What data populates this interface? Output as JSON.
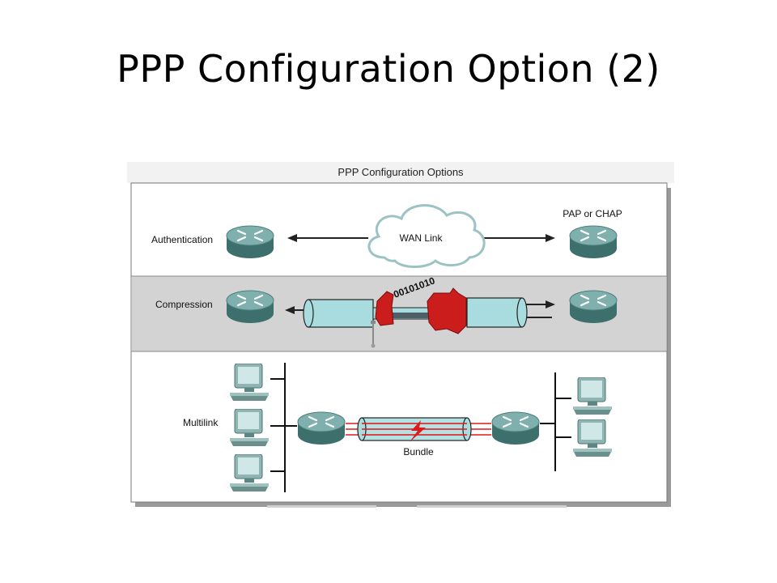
{
  "slide": {
    "title": "PPP Configuration Option (2)"
  },
  "figure": {
    "title": "PPP Configuration Options",
    "rows": {
      "authentication": {
        "label": "Authentication",
        "cloud_label": "WAN Link",
        "remote_label": "PAP or CHAP"
      },
      "compression": {
        "label": "Compression",
        "bits": "00101010"
      },
      "multilink": {
        "label": "Multilink",
        "tube_label": "Bundle"
      }
    }
  },
  "colors": {
    "router_top": "#7fb0ae",
    "router_side": "#3d6f6d",
    "tube": "#a9dcde",
    "compression_band": "#d3d3d3",
    "vise": "#cc1d1d",
    "multilink_wire": "#e01818"
  }
}
